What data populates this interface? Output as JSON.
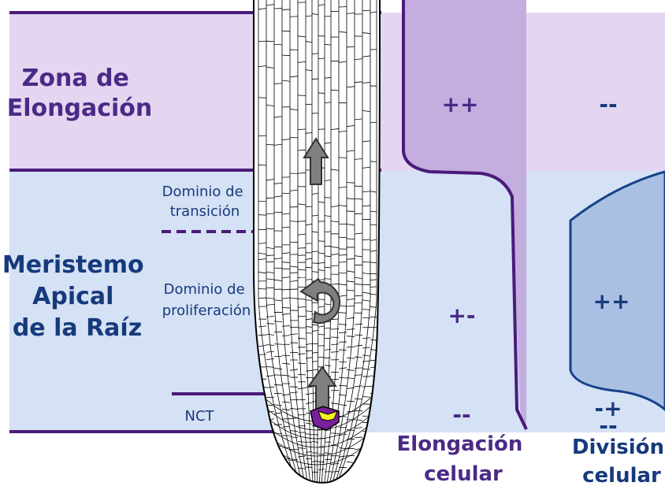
{
  "zones": {
    "elongation": {
      "line1": "Zona de",
      "line2": "Elongación"
    },
    "meristem": {
      "line1": "Meristemo",
      "line2": "Apical",
      "line3": "de la Raíz"
    }
  },
  "domains": {
    "transition": {
      "line1": "Dominio de",
      "line2": "transición"
    },
    "proliferation": {
      "line1": "Dominio de",
      "line2": "proliferación"
    },
    "nct": "NCT"
  },
  "columns": {
    "elongation": {
      "title_line1": "Elongación",
      "title_line2": "celular",
      "level_elongation_zone": "++",
      "level_meristem": "+-",
      "level_nct": "--"
    },
    "division": {
      "title_line1": "División",
      "title_line2": "celular",
      "level_elongation_zone": "--",
      "level_meristem": "++",
      "level_nct_1": "-+",
      "level_nct_2": "--"
    }
  },
  "colors": {
    "elongation_band": "#e4d6f1",
    "meristem_band": "#d5e1f4",
    "elongation_profile_fill": "#c4addf",
    "division_profile_fill": "#a9c0e3",
    "purple_line": "#4b1a7a",
    "blue_outline": "#16418a",
    "arrow_grey": "#808080",
    "qc_purple": "#7a1f9a",
    "qc_yellow": "#f2f21e"
  }
}
